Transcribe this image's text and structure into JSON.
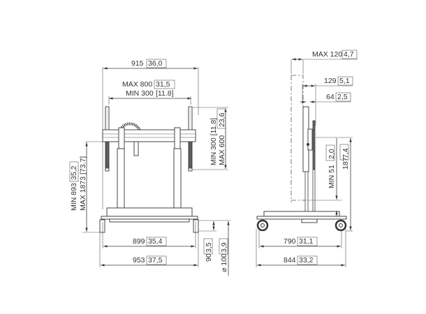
{
  "front_view": {
    "overall_width": {
      "value": "915",
      "imperial": "36,0"
    },
    "vesa_max": {
      "value": "MAX 800",
      "imperial": "31,5"
    },
    "vesa_min": {
      "value": "MIN 300",
      "imperial": "[11.8]"
    },
    "vertical_min": {
      "value": "MIN 300 [11.8]"
    },
    "vertical_max": {
      "value": "MAX 600",
      "imperial": "23,6"
    },
    "height_min": {
      "value": "MIN 893",
      "imperial": "35,2"
    },
    "height_max": {
      "value": "MAX 1873 [73.7]"
    },
    "base_inner_width": {
      "value": "899",
      "imperial": "35,4"
    },
    "base_outer_width": {
      "value": "953",
      "imperial": "37,5"
    },
    "base_height": {
      "value": "90",
      "imperial": "3,5"
    },
    "wheel_diameter": {
      "value": "⌀ 100",
      "imperial": "3,9"
    }
  },
  "side_view": {
    "max_depth": {
      "value": "MAX 120",
      "imperial": "4,7"
    },
    "depth_129": {
      "value": "129",
      "imperial": "5,1"
    },
    "depth_64": {
      "value": "64",
      "imperial": "2,5"
    },
    "min_floor_clearance": {
      "value": "MIN 51",
      "imperial": "2,0"
    },
    "height_187": {
      "value": "187",
      "imperial": "7,4"
    },
    "wheelbase": {
      "value": "790",
      "imperial": "31,1"
    },
    "overall_depth": {
      "value": "844",
      "imperial": "33,2"
    }
  }
}
